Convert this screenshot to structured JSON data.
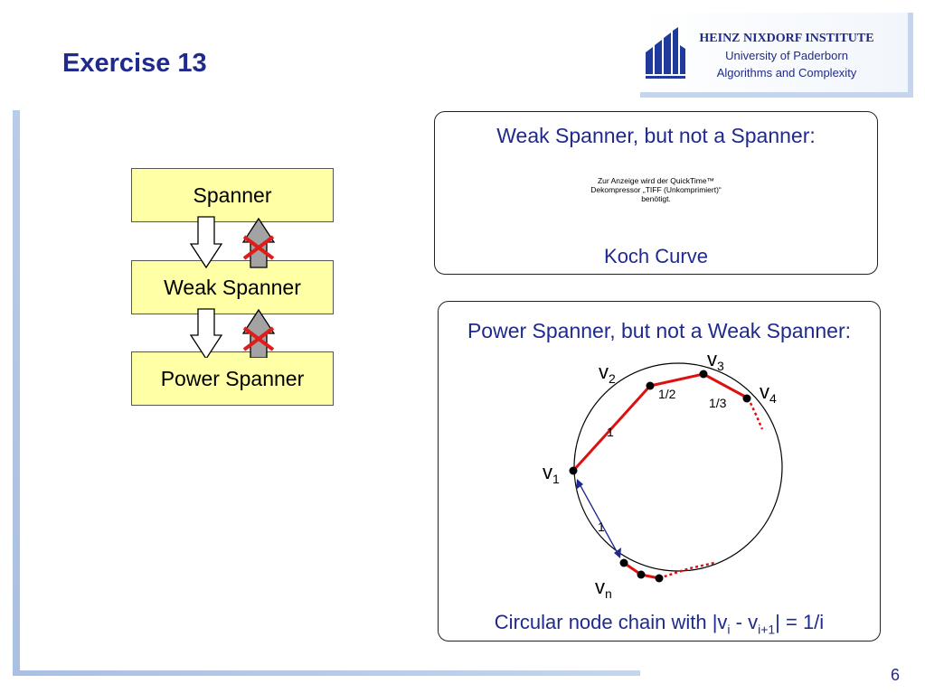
{
  "slide": {
    "title": "Exercise 13",
    "page_number": "6"
  },
  "institute": {
    "name": "HEINZ NIXDORF INSTITUTE",
    "university": "University of Paderborn",
    "group": "Algorithms and Complexity",
    "logo_icon": "hni-logo-icon",
    "color": "#1f2a8c"
  },
  "hierarchy": {
    "boxes": [
      "Spanner",
      "Weak Spanner",
      "Power Spanner"
    ],
    "box_color": "#ffffa6",
    "implication_arrow_icon": "hollow-down-arrow-icon",
    "reverse_arrow_icon": "grey-up-arrow-icon",
    "reverse_crossed_out": true,
    "cross_color": "#e11a1a"
  },
  "weak_spanner_panel": {
    "title": "Weak Spanner, but not a Spanner:",
    "image_notice": "Zur Anzeige wird der QuickTime™\nDekompressor „TIFF (Unkomprimiert)“\nbenötigt.",
    "label": "Koch Curve"
  },
  "power_spanner_panel": {
    "title": "Power Spanner, but not a Weak Spanner:",
    "nodes": {
      "v1": {
        "base": "v",
        "sub": "1"
      },
      "v2": {
        "base": "v",
        "sub": "2"
      },
      "v3": {
        "base": "v",
        "sub": "3"
      },
      "v4": {
        "base": "v",
        "sub": "4"
      },
      "vn": {
        "base": "v",
        "sub": "n"
      }
    },
    "edge_labels": {
      "v1_v2": "1",
      "v2_v3": "1/2",
      "v3_v4": "1/3",
      "v1_vn": "1"
    },
    "caption": {
      "prefix": "Circular node chain with |v",
      "sub1": "i",
      "mid": " - v",
      "sub2": "i+1",
      "suffix": "| = 1/i"
    },
    "edge_color": "#dd1111",
    "arrow_color": "#1f2a8c"
  }
}
